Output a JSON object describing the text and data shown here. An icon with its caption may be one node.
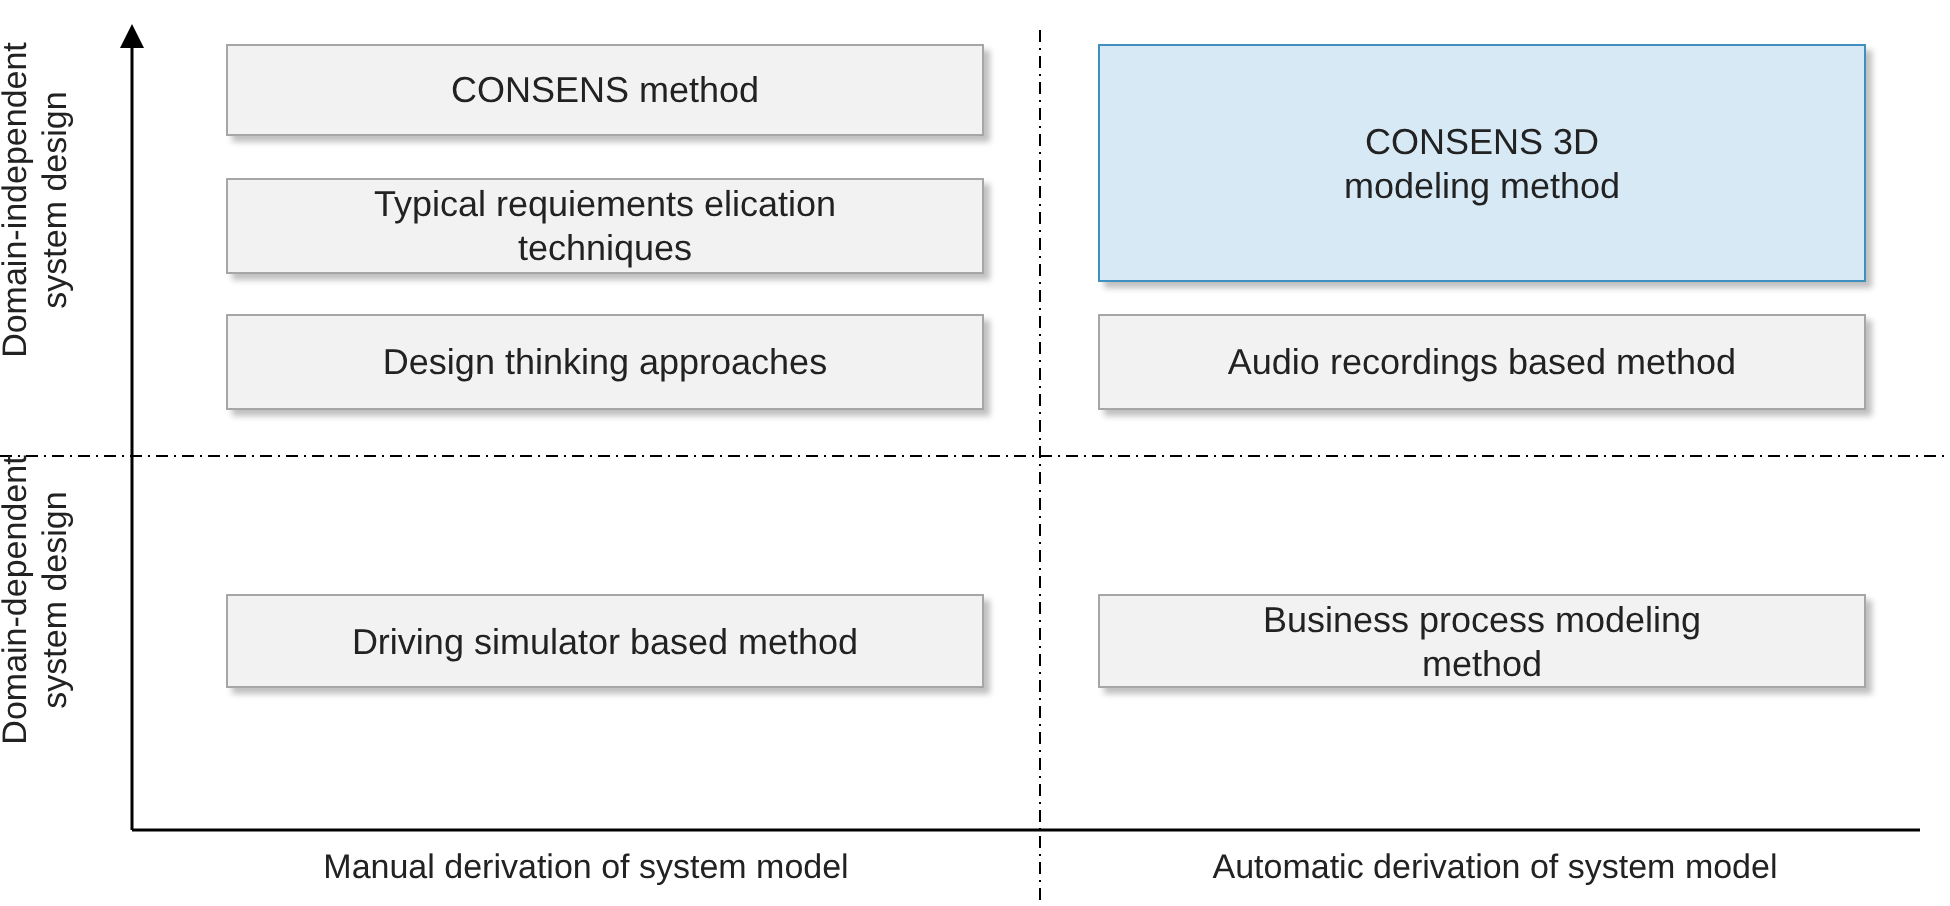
{
  "diagram": {
    "nodes": [
      {
        "text": [
          "CONSENS method"
        ]
      },
      {
        "text": [
          "Typical requiements elication techniques"
        ]
      },
      {
        "text": [
          "Design thinking approaches"
        ]
      },
      {
        "text": [
          "CONSENS 3D modeling method"
        ]
      },
      {
        "text": [
          "Audio recordings based method"
        ]
      },
      {
        "text": [
          "Driving simulator based method"
        ]
      },
      {
        "text": [
          "Business process modeling method"
        ]
      }
    ],
    "labels": [
      "Domain-independent system design",
      "Domain-dependent system design",
      "Manual derivation of system model",
      "Automatic derivation of system model"
    ]
  }
}
